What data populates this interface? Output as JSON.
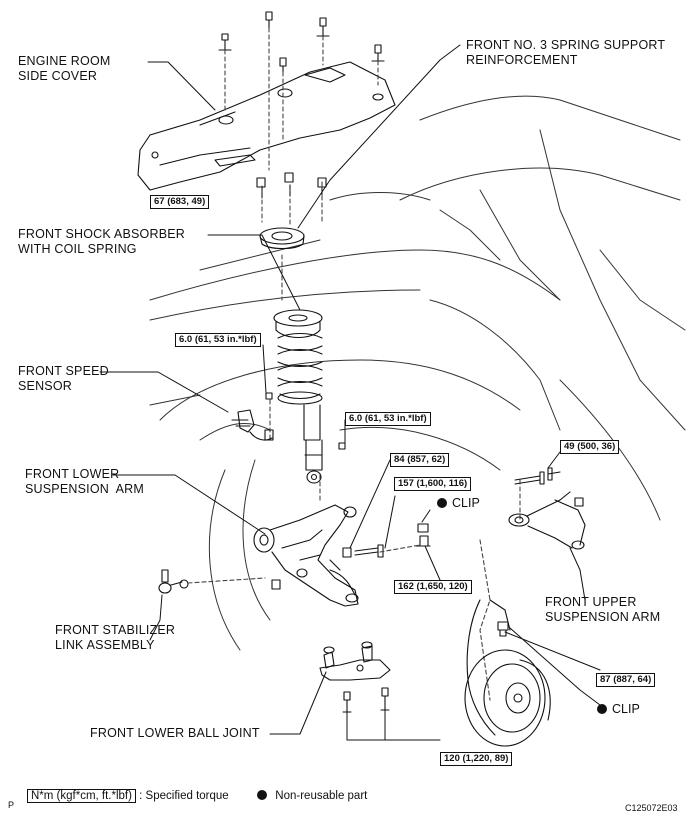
{
  "labels": {
    "engine_room_side_cover": [
      "ENGINE ROOM",
      "SIDE COVER"
    ],
    "front_no3_spring_support": [
      "FRONT NO. 3 SPRING SUPPORT",
      "REINFORCEMENT"
    ],
    "front_shock_absorber": [
      "FRONT SHOCK ABSORBER",
      "WITH COIL SPRING"
    ],
    "front_speed_sensor": [
      "FRONT SPEED",
      "SENSOR"
    ],
    "front_lower_suspension_arm": [
      "FRONT LOWER",
      "SUSPENSION  ARM"
    ],
    "front_stabilizer_link": [
      "FRONT STABILIZER",
      "LINK ASSEMBLY"
    ],
    "front_lower_ball_joint": "FRONT LOWER BALL JOINT",
    "front_upper_suspension_arm": [
      "FRONT UPPER",
      "SUSPENSION ARM"
    ],
    "clip_1": "CLIP",
    "clip_2": "CLIP"
  },
  "torques": {
    "t67": "67 (683, 49)",
    "t6a": "6.0 (61, 53 in.*lbf)",
    "t6b": "6.0 (61, 53 in.*lbf)",
    "t84": "84 (857, 62)",
    "t157": "157 (1,600, 116)",
    "t162": "162 (1,650, 120)",
    "t49": "49 (500, 36)",
    "t87": "87 (887, 64)",
    "t120": "120 (1,220, 89)"
  },
  "legend": {
    "torque_box": "N*m (kgf*cm, ft.*lbf)",
    "torque_text": ": Specified torque",
    "nonreusable_text": "Non-reusable part"
  },
  "footer": {
    "left_mark": "P",
    "code": "C125072E03"
  }
}
